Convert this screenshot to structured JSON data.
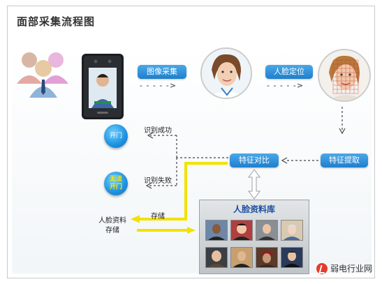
{
  "title": "面部采集流程图",
  "steps": {
    "capture": "图像采集",
    "locate": "人脸定位",
    "extract": "特征提取",
    "compare": "特征对比"
  },
  "outcomes": {
    "success_label": "识别成功",
    "success_button": "开门",
    "fail_label": "识别失败",
    "fail_button_line1": "无法",
    "fail_button_line2": "开门"
  },
  "storage": {
    "store_label": "存储",
    "left_label_line1": "人脸资料",
    "left_label_line2": "存储"
  },
  "database": {
    "title": "人脸资料库"
  },
  "colors": {
    "pill_blue": "#1e7fcc",
    "storage_yellow": "#f2e200",
    "database_title": "#1a4fa0"
  },
  "watermark": {
    "text": "弱电行业网",
    "icon": "brand-logo-icon"
  }
}
